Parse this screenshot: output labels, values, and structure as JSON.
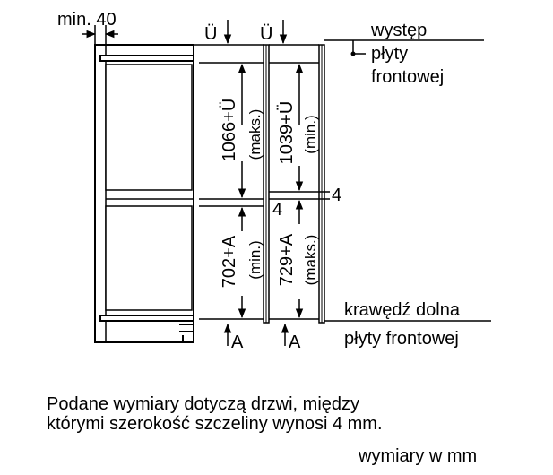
{
  "labels": {
    "min_gap": "min. 40",
    "u_left": "Ü",
    "u_right": "Ü",
    "dim_upper_left": "1066+Ü",
    "dim_upper_left_qual": "(maks.)",
    "dim_upper_right": "1039+Ü",
    "dim_upper_right_qual": "(min.)",
    "dim_lower_left": "702+A",
    "dim_lower_left_qual": "(min.)",
    "dim_lower_right": "729+A",
    "dim_lower_right_qual": "(maks.)",
    "gap_right": "4",
    "gap_left": "4",
    "a_left": "A",
    "a_right": "A",
    "ledge_1": "występ",
    "ledge_2": "płyty",
    "ledge_3": "frontowej",
    "bottom_edge_1": "krawędź dolna",
    "bottom_edge_2": "płyty frontowej"
  },
  "notes": {
    "line1": "Podane wymiary dotyczą drzwi, między",
    "line2": "którymi szerokość szczeliny wynosi 4 mm.",
    "units": "wymiary w mm"
  }
}
